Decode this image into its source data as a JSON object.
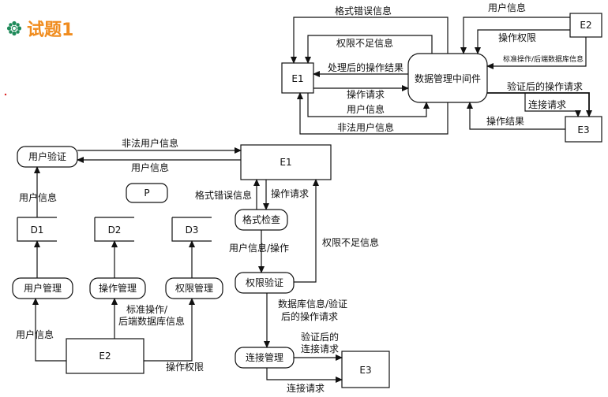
{
  "title": "试题1",
  "colors": {
    "title": "#f08c1e",
    "icon": "#1f8a5a"
  },
  "top": {
    "e1": "E1",
    "e2": "E2",
    "e3": "E3",
    "middleware": "数据管理中间件",
    "flows": {
      "format_error": "格式错误信息",
      "user_info_top": "用户信息",
      "permission_denied": "权限不足信息",
      "op_permission": "操作权限",
      "processed_result": "处理后的操作结果",
      "standard_ops": "标准操作/后端数据库信息",
      "op_request": "操作请求",
      "verified_request": "验证后的操作请求",
      "user_info_mid": "用户信息",
      "connect_request": "连接请求",
      "illegal_user": "非法用户信息",
      "op_result": "操作结果"
    }
  },
  "bottom": {
    "user_verify": "用户验证",
    "e1": "E1",
    "p": "P",
    "d1": "D1",
    "d2": "D2",
    "d3": "D3",
    "user_mgmt": "用户管理",
    "op_mgmt": "操作管理",
    "perm_mgmt": "权限管理",
    "format_check": "格式检查",
    "perm_verify": "权限验证",
    "conn_mgmt": "连接管理",
    "e2": "E2",
    "e3": "E3",
    "flows": {
      "illegal_user": "非法用户信息",
      "user_info_back": "用户信息",
      "user_info_d1": "用户信息",
      "format_error": "格式错误信息",
      "op_request": "操作请求",
      "user_info_op": "用户信息/操作",
      "perm_denied": "权限不足信息",
      "db_info_1": "数据库信息/验证",
      "db_info_2": "后的操作请求",
      "verified_1": "验证后的",
      "verified_2": "连接请求",
      "connect_request": "连接请求",
      "user_info_e2": "用户信息",
      "standard_1": "标准操作/",
      "standard_2": "后端数据库信息",
      "op_permission": "操作权限"
    }
  }
}
